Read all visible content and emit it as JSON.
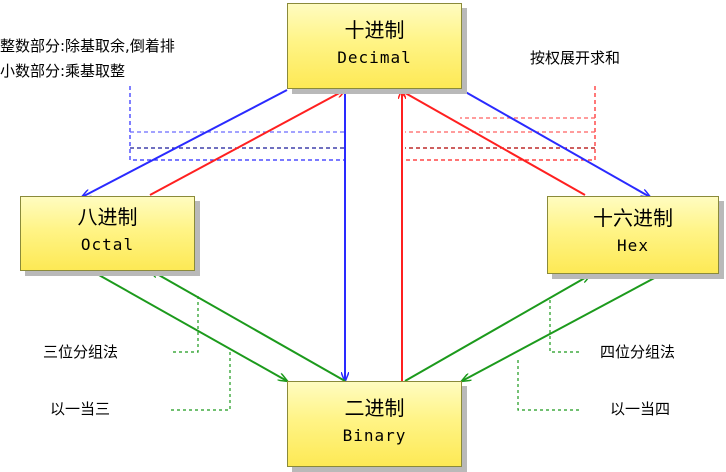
{
  "nodes": {
    "decimal": {
      "cn": "十进制",
      "en": "Decimal"
    },
    "octal": {
      "cn": "八进制",
      "en": "Octal"
    },
    "hex": {
      "cn": "十六进制",
      "en": "Hex"
    },
    "binary": {
      "cn": "二进制",
      "en": "Binary"
    }
  },
  "notes": {
    "integer_part": "整数部分:除基取余,倒着排",
    "fraction_part": "小数部分:乘基取整",
    "weighted_sum": "按权展开求和",
    "three_group": "三位分组法",
    "one_as_three": "以一当三",
    "four_group": "四位分组法",
    "one_as_four": "以一当四"
  },
  "colors": {
    "to_lower_base": "#2a2aff",
    "to_decimal": "#ff2020",
    "octal_hex_binary": "#1c9a1c",
    "box_fill": "#fff486",
    "box_shadow": "#b9b9b9"
  }
}
